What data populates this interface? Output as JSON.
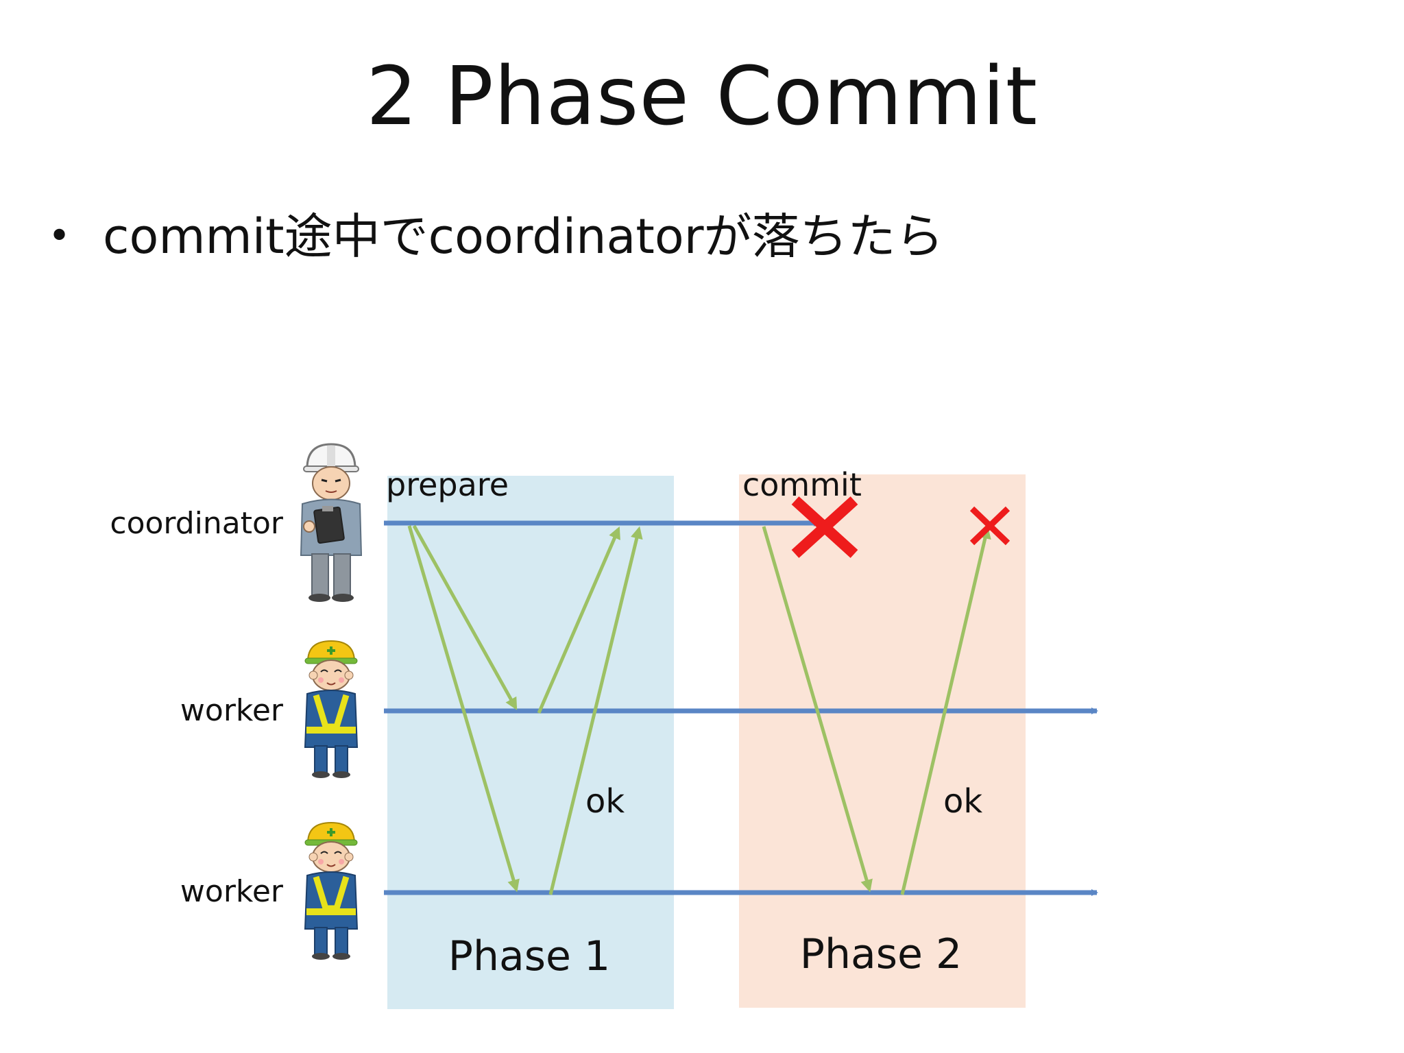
{
  "slide": {
    "title": "2 Phase Commit",
    "bullet": "commit途中でcoordinatorが落ちたら"
  },
  "diagram": {
    "actors": [
      {
        "role": "coordinator",
        "label": "coordinator",
        "icon": "supervisor-with-clipboard-icon"
      },
      {
        "role": "worker",
        "label": "worker",
        "icon": "construction-worker-icon"
      },
      {
        "role": "worker",
        "label": "worker",
        "icon": "construction-worker-icon"
      }
    ],
    "phases": [
      {
        "label": "Phase 1",
        "color": "#d5eaf2"
      },
      {
        "label": "Phase 2",
        "color": "#fbe3d6"
      }
    ],
    "messages": {
      "prepare": "prepare",
      "commit": "commit",
      "ok_phase1": "ok",
      "ok_phase2": "ok"
    },
    "colors": {
      "timeline": "#5a86c5",
      "message": "#9dc164",
      "failure": "#ee1c1c"
    }
  }
}
